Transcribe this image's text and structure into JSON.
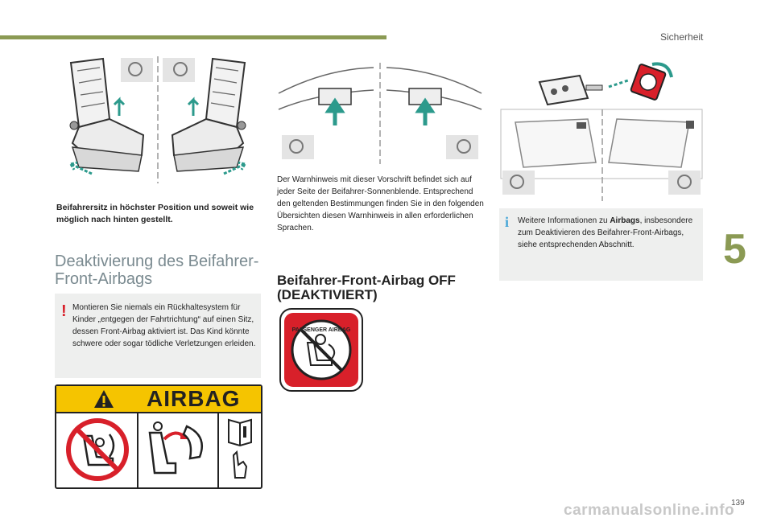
{
  "header": {
    "section": "Sicherheit"
  },
  "chapter": {
    "number": "5"
  },
  "footer": {
    "page_number": "139",
    "watermark": "carmanualsonline.info"
  },
  "col1": {
    "caption": "Beifahrersitz in höchster Position und soweit wie möglich nach hinten gestellt.",
    "heading": "Deaktivierung des Beifahrer-Front-Airbags",
    "warning_text": "Montieren Sie niemals ein Rückhaltesystem für Kinder „entgegen der Fahrtrichtung“ auf einen Sitz, dessen Front-Airbag aktiviert ist. Das Kind könnte schwere oder sogar tödliche Verletzungen erleiden.",
    "airbag_label": {
      "title": "AIRBAG"
    }
  },
  "col2": {
    "text": "Der Warnhinweis mit dieser Vorschrift befindet sich auf jeder Seite der Beifahrer-Sonnenblende. Entsprechend den geltenden Bestimmungen finden Sie in den folgenden Übersichten diesen Warnhinweis in allen erforderlichen Sprachen.",
    "heading": "Beifahrer-Front-Airbag OFF (DEAKTIVIERT)",
    "badge_text": "PASSENGER AIRBAG"
  },
  "col3": {
    "info_prefix": "Weitere Informationen zu ",
    "info_bold": "Airbags",
    "info_suffix": ", insbesondere zum Deaktivieren des Beifahrer-Front-Airbags, siehe entsprechenden Abschnitt."
  },
  "colors": {
    "accent_olive": "#8b9a54",
    "warning_red": "#d8202a",
    "info_blue": "#4aa8d8",
    "box_grey": "#eeefee",
    "sticker_yellow": "#f5c400",
    "teal_arrow": "#2c9a8c"
  }
}
